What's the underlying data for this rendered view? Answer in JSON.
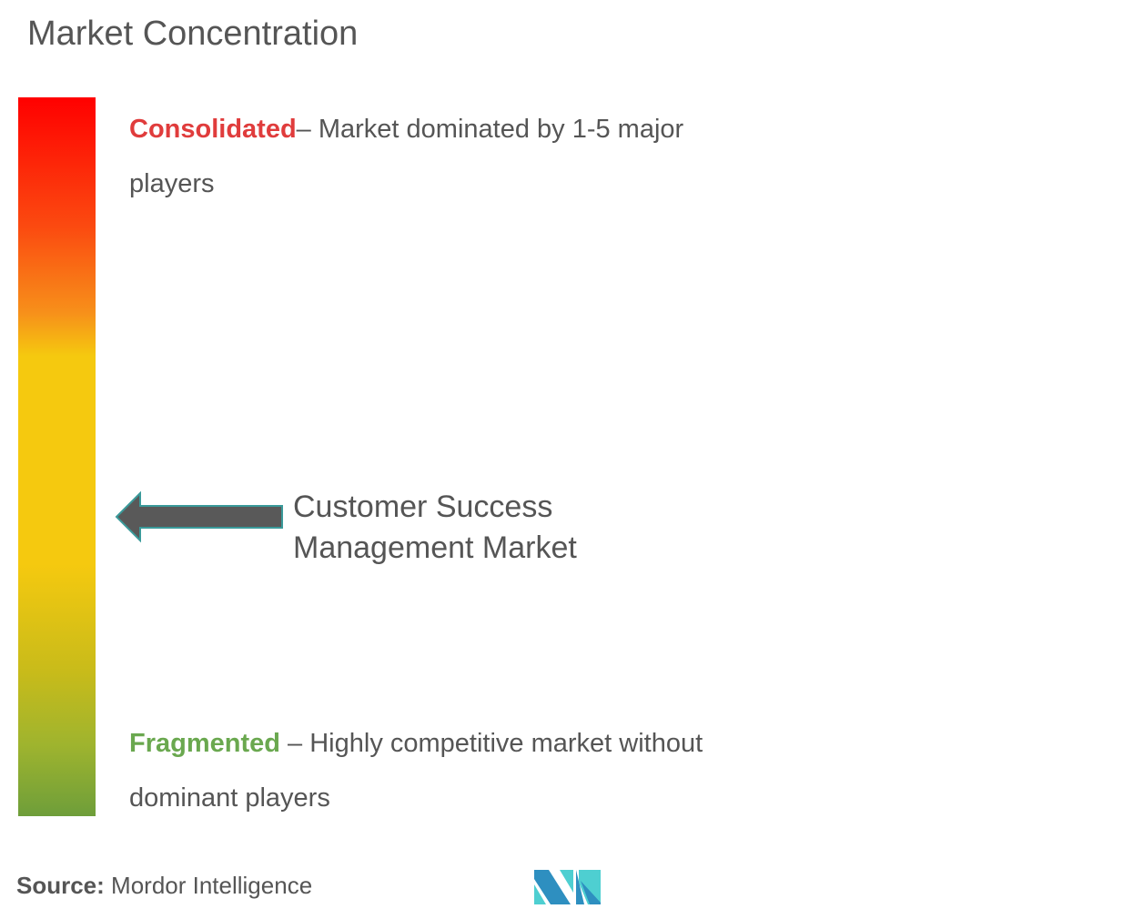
{
  "title": "Market Concentration",
  "consolidated": {
    "label": "Consolidated",
    "text": "– Market dominated by 1-5 major players"
  },
  "fragmented": {
    "label": "Fragmented",
    "text": " – Highly competitive market without dominant players"
  },
  "market": {
    "name": "Customer Success Management Market"
  },
  "source": {
    "label": "Source:",
    "value": " Mordor Intelligence"
  },
  "colors": {
    "consolidated": "#e03c3c",
    "fragmented": "#6aa84f",
    "arrow_fill": "#595959",
    "arrow_stroke": "#3a9a9a"
  },
  "logo": {
    "name": "Mordor Intelligence logo"
  }
}
